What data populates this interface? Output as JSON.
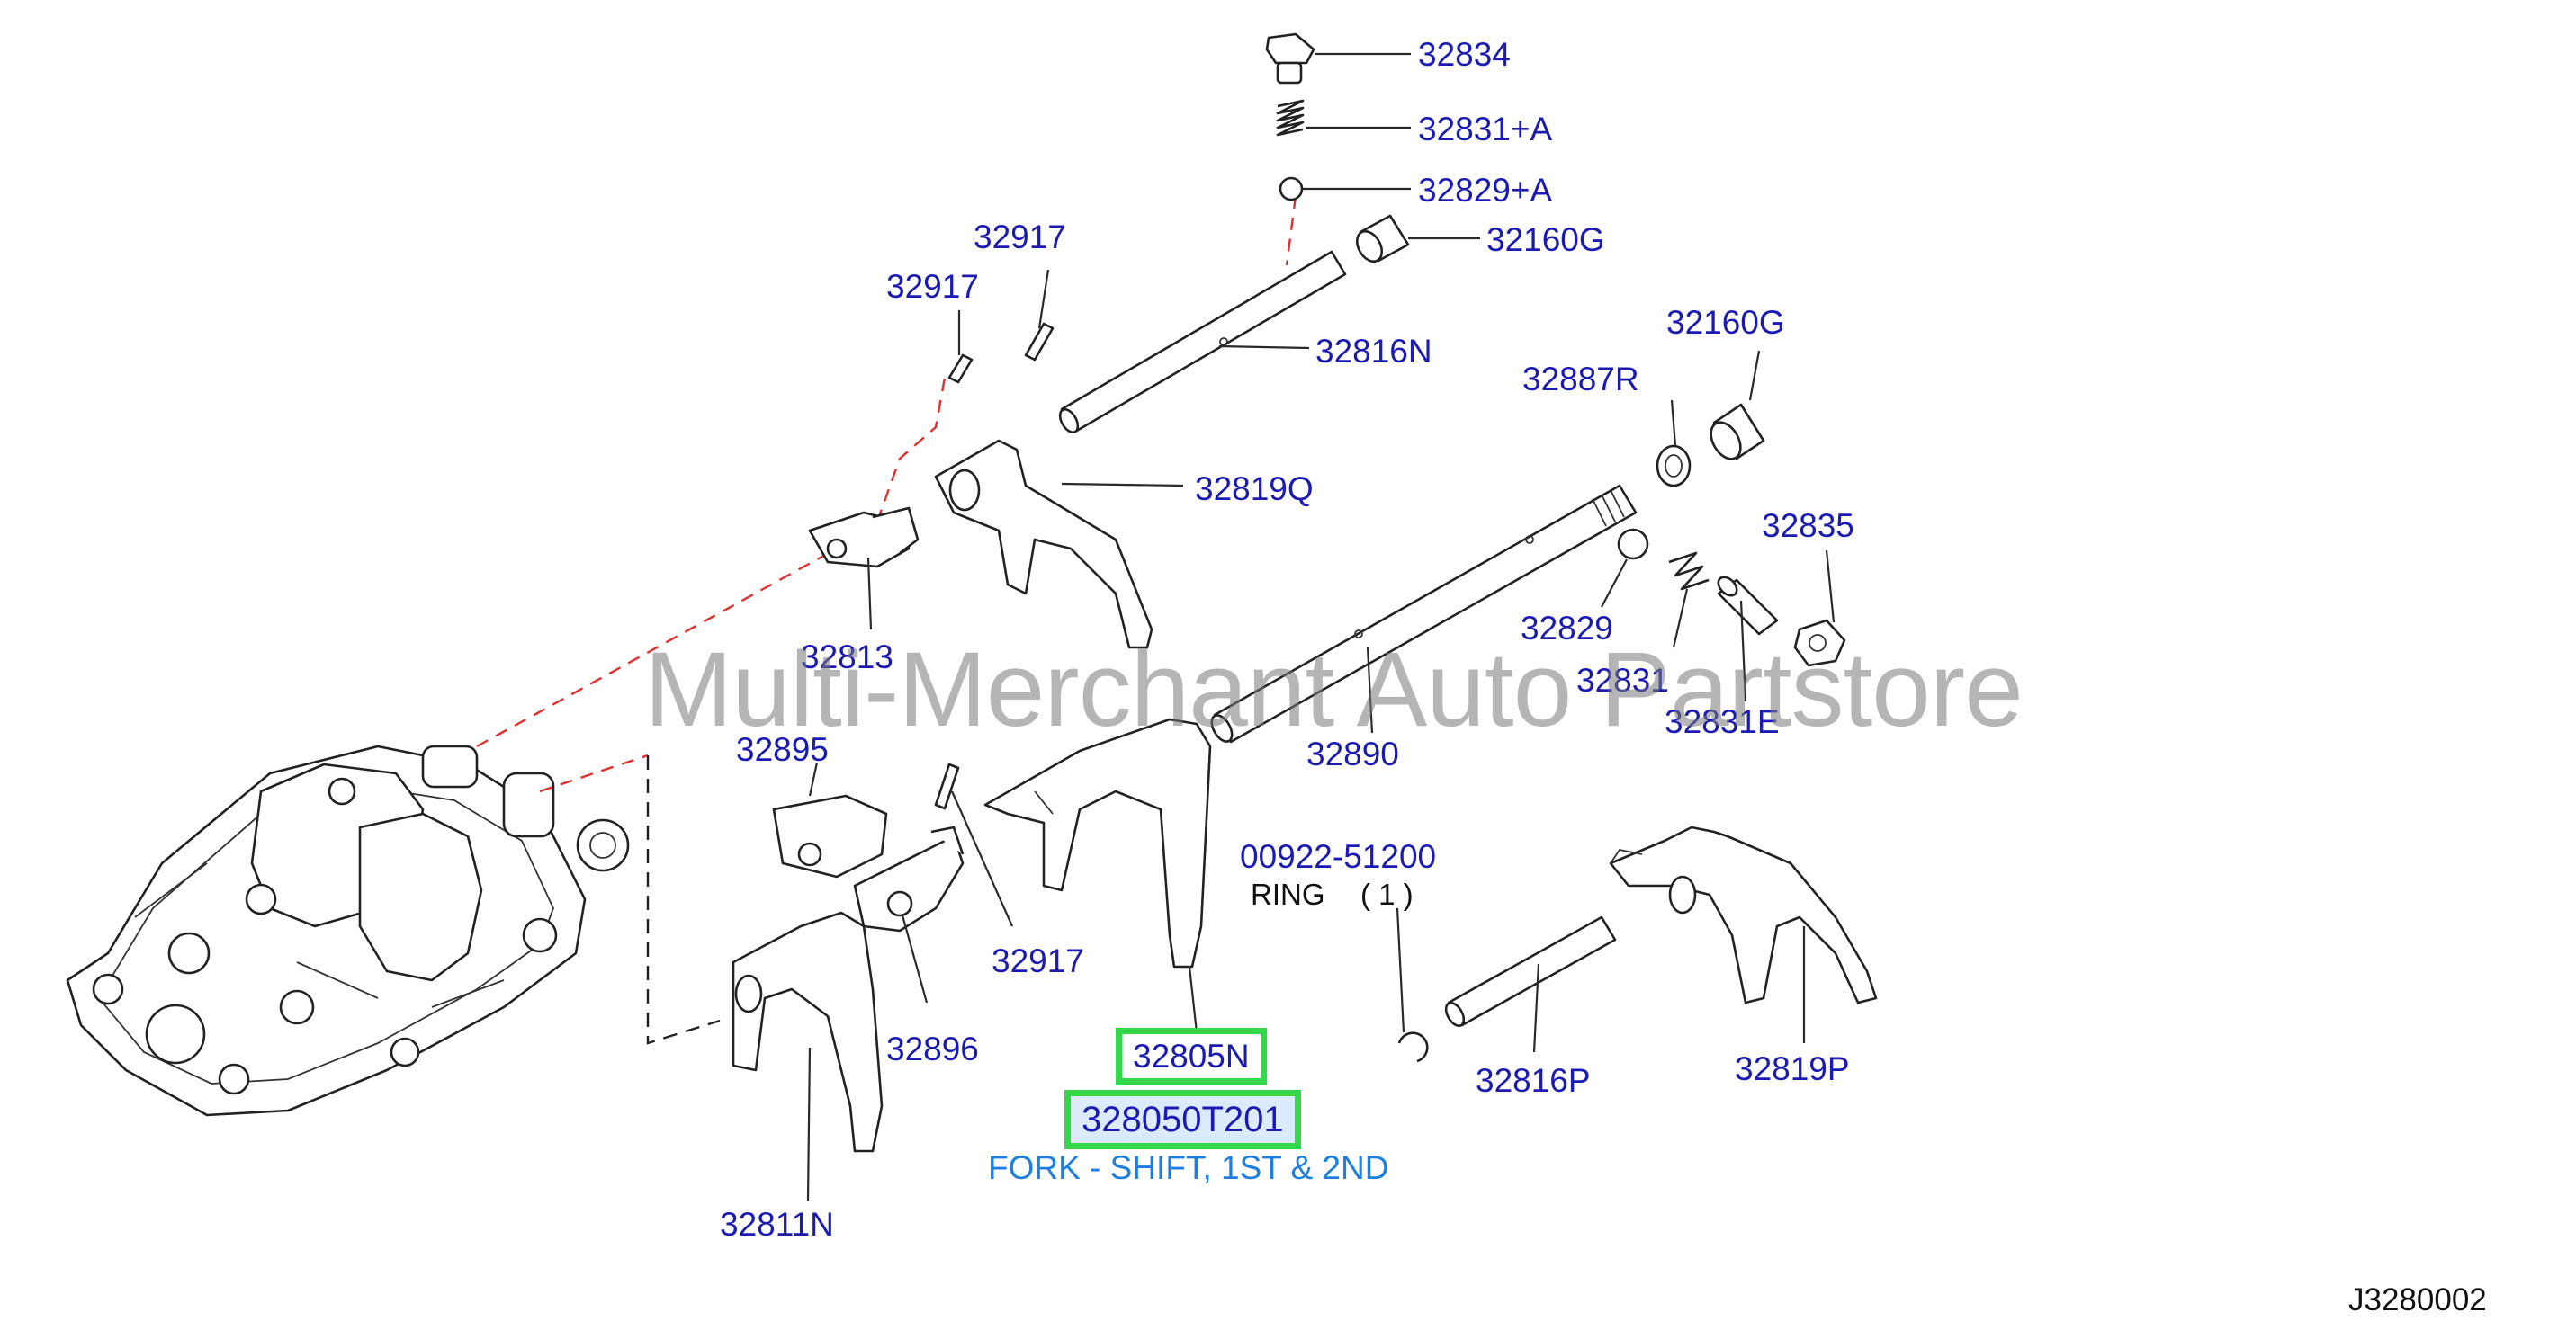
{
  "watermark": "Multi-Merchant Auto Partstore",
  "reference_code": "J3280002",
  "highlight": {
    "part_number": "32805N",
    "catalog_number": "328050T201",
    "description": "FORK - SHIFT, 1ST & 2ND"
  },
  "note": {
    "part_number": "00922-51200",
    "name": "RING",
    "quantity": "( 1 )"
  },
  "labels": {
    "p32834": "32834",
    "p32831a": "32831+A",
    "p32829a": "32829+A",
    "p32160g_top": "32160G",
    "p32917_right": "32917",
    "p32917_left": "32917",
    "p32816n": "32816N",
    "p32160g_mid": "32160G",
    "p32887r": "32887R",
    "p32819q": "32819Q",
    "p32835": "32835",
    "p32829": "32829",
    "p32813": "32813",
    "p32831": "32831",
    "p32831e": "32831E",
    "p32895": "32895",
    "p32890": "32890",
    "p32917_bottom": "32917",
    "p32896": "32896",
    "p32816p": "32816P",
    "p32819p": "32819P",
    "p32811n": "32811N"
  }
}
